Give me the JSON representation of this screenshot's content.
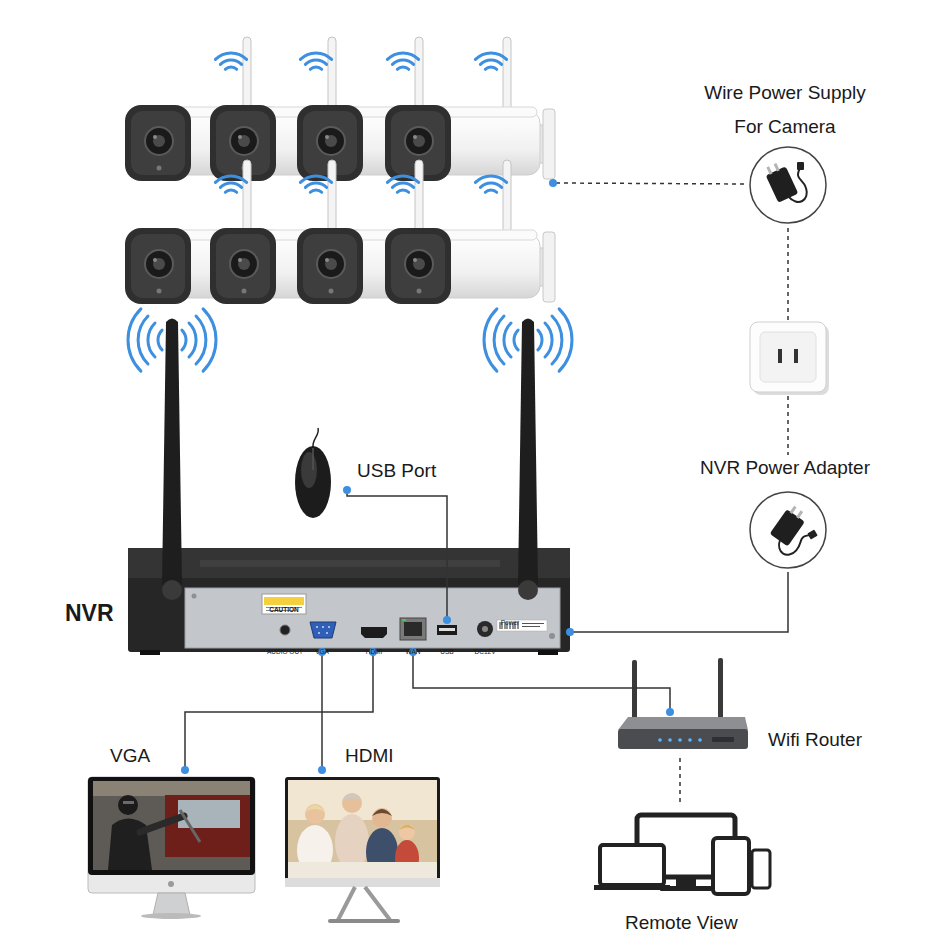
{
  "diagram": {
    "nodes": [
      {
        "text": [
          "Wire Power Supply For Camera"
        ]
      },
      {
        "text": [
          "NVR Power Adapter"
        ]
      },
      {
        "text": [
          "USB Port"
        ]
      },
      {
        "text": [
          "NVR"
        ]
      },
      {
        "text": [
          "VGA"
        ]
      },
      {
        "text": [
          "HDMI"
        ]
      },
      {
        "text": [
          "Wifi Router"
        ]
      },
      {
        "text": [
          "Remote View"
        ]
      }
    ],
    "edges": [
      {
        "from": 0,
        "to": 1,
        "arrow": "none"
      },
      {
        "from": 1,
        "to": 3,
        "arrow": "none"
      },
      {
        "from": 2,
        "to": 3,
        "arrow": "none"
      },
      {
        "from": 3,
        "to": 4,
        "arrow": "none"
      },
      {
        "from": 3,
        "to": 5,
        "arrow": "none"
      },
      {
        "from": 3,
        "to": 6,
        "arrow": "none"
      },
      {
        "from": 6,
        "to": 7,
        "arrow": "none"
      }
    ],
    "labels": [
      "CAUTION",
      "AUDIO OUT",
      "VGA",
      "HDMI",
      "WAN",
      "USB",
      "DC12V",
      "Power"
    ]
  }
}
